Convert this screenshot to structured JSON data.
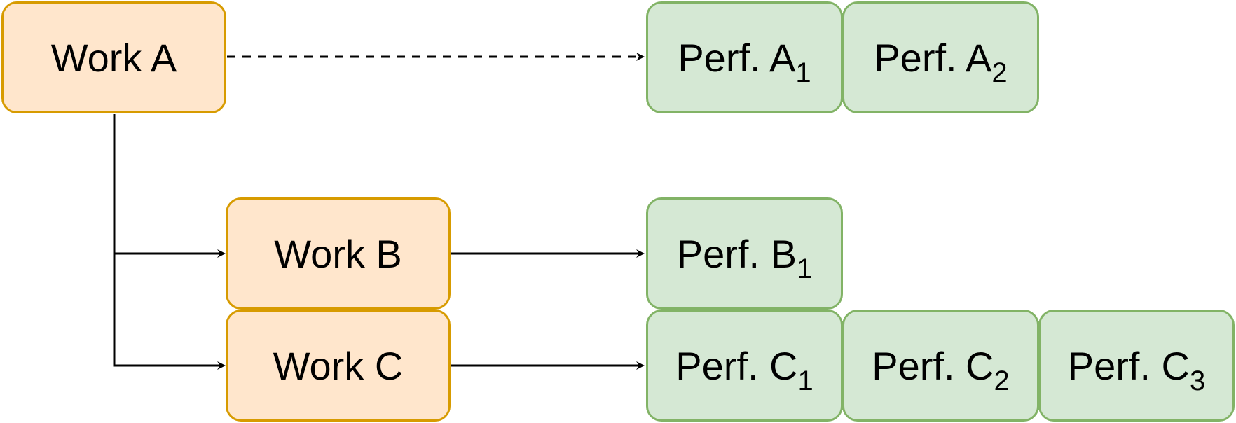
{
  "work_nodes": [
    {
      "id": "work-a",
      "label": "Work A"
    },
    {
      "id": "work-b",
      "label": "Work B"
    },
    {
      "id": "work-c",
      "label": "Work C"
    }
  ],
  "perf_nodes": [
    {
      "id": "perf-a1",
      "prefix": "Perf. A",
      "sub": "1"
    },
    {
      "id": "perf-a2",
      "prefix": "Perf. A",
      "sub": "2"
    },
    {
      "id": "perf-b1",
      "prefix": "Perf. B",
      "sub": "1"
    },
    {
      "id": "perf-c1",
      "prefix": "Perf. C",
      "sub": "1"
    },
    {
      "id": "perf-c2",
      "prefix": "Perf. C",
      "sub": "2"
    },
    {
      "id": "perf-c3",
      "prefix": "Perf. C",
      "sub": "3"
    }
  ],
  "edges": [
    {
      "from": "work-a",
      "to": "perf-a1",
      "style": "dashed"
    },
    {
      "from": "work-a",
      "to": "work-b",
      "style": "solid"
    },
    {
      "from": "work-a",
      "to": "work-c",
      "style": "solid"
    },
    {
      "from": "work-b",
      "to": "perf-b1",
      "style": "solid"
    },
    {
      "from": "work-c",
      "to": "perf-c1",
      "style": "solid"
    }
  ],
  "colors": {
    "work_fill": "#ffe6cc",
    "work_stroke": "#d79b00",
    "perf_fill": "#d5e8d4",
    "perf_stroke": "#82b366",
    "edge": "#000000"
  }
}
